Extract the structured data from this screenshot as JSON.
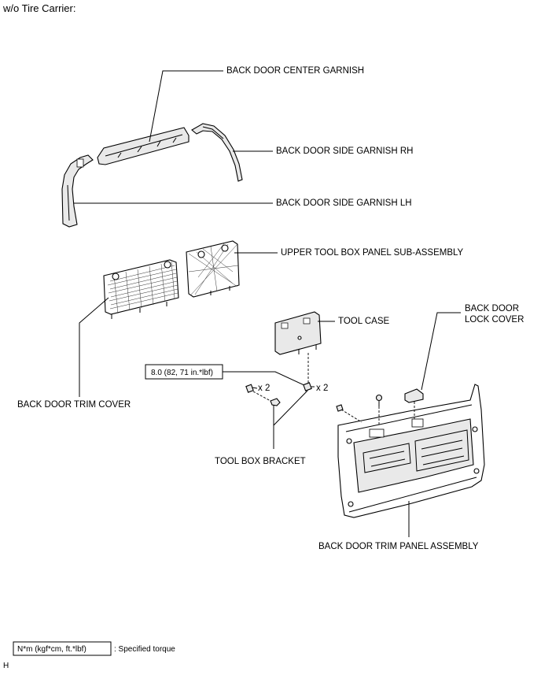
{
  "header": {
    "title": "w/o Tire Carrier:"
  },
  "labels": {
    "center_garnish": "BACK DOOR CENTER GARNISH",
    "side_garnish_rh": "BACK DOOR SIDE GARNISH RH",
    "side_garnish_lh": "BACK DOOR SIDE GARNISH LH",
    "upper_tool_box_panel": "UPPER TOOL BOX PANEL SUB-ASSEMBLY",
    "back_door_lock_cover_line1": "BACK DOOR",
    "back_door_lock_cover_line2": "LOCK COVER",
    "tool_case": "TOOL CASE",
    "back_door_trim_cover": "BACK DOOR TRIM COVER",
    "tool_box_bracket": "TOOL BOX BRACKET",
    "back_door_trim_panel": "BACK DOOR TRIM PANEL ASSEMBLY",
    "qty_left": "x 2",
    "qty_right": "x 2"
  },
  "torque": {
    "value": "8.0 (82, 71 in.*lbf)"
  },
  "legend": {
    "box_text": "N*m (kgf*cm, ft.*lbf)",
    "description": ": Specified torque"
  },
  "footer": {
    "code": "H"
  }
}
